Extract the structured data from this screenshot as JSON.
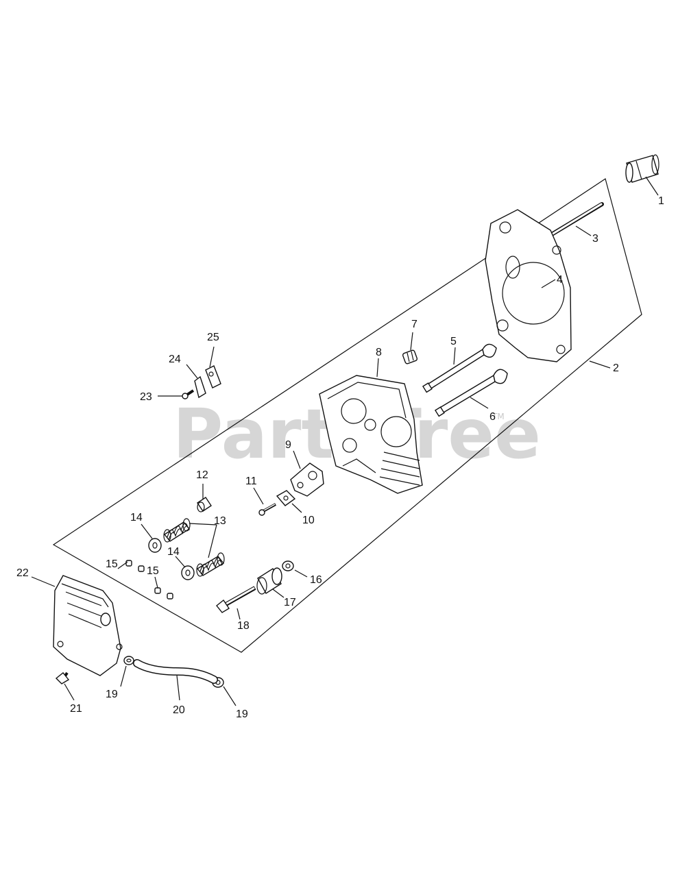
{
  "watermark": {
    "text": "PartsTree",
    "tm": "TM"
  },
  "callouts": [
    {
      "id": "c1",
      "label": "1"
    },
    {
      "id": "c2",
      "label": "2"
    },
    {
      "id": "c3",
      "label": "3"
    },
    {
      "id": "c4",
      "label": "4"
    },
    {
      "id": "c5",
      "label": "5"
    },
    {
      "id": "c6",
      "label": "6"
    },
    {
      "id": "c7",
      "label": "7"
    },
    {
      "id": "c8",
      "label": "8"
    },
    {
      "id": "c9",
      "label": "9"
    },
    {
      "id": "c10",
      "label": "10"
    },
    {
      "id": "c11",
      "label": "11"
    },
    {
      "id": "c12",
      "label": "12"
    },
    {
      "id": "c13",
      "label": "13"
    },
    {
      "id": "c14a",
      "label": "14"
    },
    {
      "id": "c14b",
      "label": "14"
    },
    {
      "id": "c15a",
      "label": "15"
    },
    {
      "id": "c15b",
      "label": "15"
    },
    {
      "id": "c16",
      "label": "16"
    },
    {
      "id": "c17",
      "label": "17"
    },
    {
      "id": "c18",
      "label": "18"
    },
    {
      "id": "c19a",
      "label": "19"
    },
    {
      "id": "c19b",
      "label": "19"
    },
    {
      "id": "c20",
      "label": "20"
    },
    {
      "id": "c21",
      "label": "21"
    },
    {
      "id": "c22",
      "label": "22"
    },
    {
      "id": "c23",
      "label": "23"
    },
    {
      "id": "c24",
      "label": "24"
    },
    {
      "id": "c25",
      "label": "25"
    }
  ]
}
